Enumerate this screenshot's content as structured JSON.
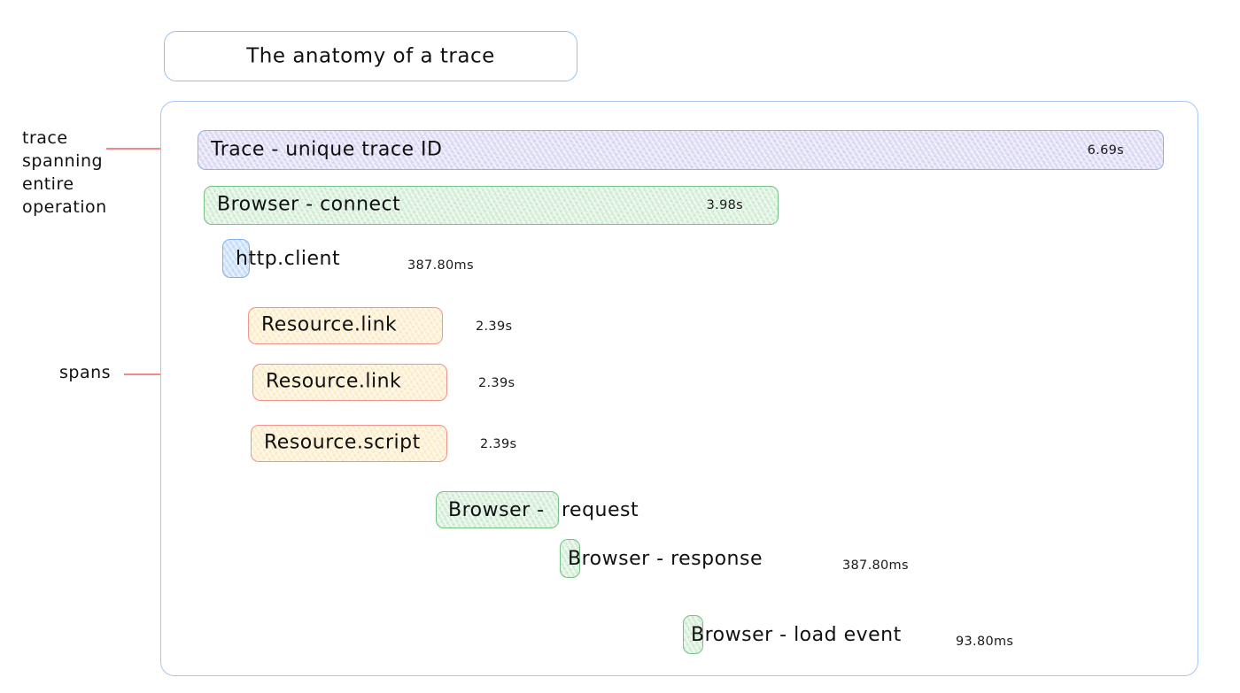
{
  "title": {
    "text": "The anatomy of a trace"
  },
  "annotations": [
    {
      "name": "trace-annotation",
      "lines": "trace\nspanning\nentire\noperation"
    },
    {
      "name": "spans-annotation",
      "lines": "spans"
    }
  ],
  "colors": {
    "frame_border": "#a9c6ee",
    "title_border": "#9cbdf0",
    "trace_fill": "#dedcf5",
    "trace_border": "#8fb3e8",
    "browser_fill": "#d6efd9",
    "browser_border": "#78c089",
    "http_fill": "#cfe2fb",
    "http_border": "#7fb0e8",
    "resource_fill": "#fdf0d0",
    "resource_border": "#f0968f",
    "leader_line": "#f08a8a"
  },
  "chart_data": {
    "type": "bar",
    "title": "The anatomy of a trace",
    "xlabel": "",
    "ylabel": "",
    "orientation": "horizontal-gantt",
    "spans": [
      {
        "label": "Trace - unique trace ID",
        "duration": "6.69s",
        "duration_value": 6.69,
        "unit": "s",
        "kind": "trace",
        "color": "#dedcf5",
        "depth": 0,
        "duration_inside": true
      },
      {
        "label": "Browser - connect",
        "duration": "3.98s",
        "duration_value": 3.98,
        "unit": "s",
        "kind": "browser",
        "color": "#d6efd9",
        "depth": 1,
        "duration_inside": true
      },
      {
        "label": "http.client",
        "duration": "387.80ms",
        "duration_value": 387.8,
        "unit": "ms",
        "kind": "http",
        "color": "#cfe2fb",
        "depth": 2,
        "duration_inside": false
      },
      {
        "label": "Resource.link",
        "duration": "2.39s",
        "duration_value": 2.39,
        "unit": "s",
        "kind": "resource",
        "color": "#fdf0d0",
        "depth": 3,
        "duration_inside": false
      },
      {
        "label": "Resource.link",
        "duration": "2.39s",
        "duration_value": 2.39,
        "unit": "s",
        "kind": "resource",
        "color": "#fdf0d0",
        "depth": 3,
        "duration_inside": false
      },
      {
        "label": "Resource.script",
        "duration": "2.39s",
        "duration_value": 2.39,
        "unit": "s",
        "kind": "resource",
        "color": "#fdf0d0",
        "depth": 3,
        "duration_inside": false
      },
      {
        "label": "Browser - request",
        "duration": "",
        "duration_value": null,
        "unit": "",
        "kind": "browser",
        "color": "#d6efd9",
        "depth": 4,
        "duration_inside": false
      },
      {
        "label": "Browser - response",
        "duration": "387.80ms",
        "duration_value": 387.8,
        "unit": "ms",
        "kind": "browser",
        "color": "#d6efd9",
        "depth": 5,
        "duration_inside": false
      },
      {
        "label": "Browser - load event",
        "duration": "93.80ms",
        "duration_value": 93.8,
        "unit": "ms",
        "kind": "browser",
        "color": "#d6efd9",
        "depth": 6,
        "duration_inside": false
      }
    ]
  },
  "rows": {
    "trace": {
      "label": "Trace - unique trace ID",
      "duration": "6.69s"
    },
    "browser_connect": {
      "label": "Browser - connect",
      "duration": "3.98s"
    },
    "http_client": {
      "label": "http.client",
      "duration": "387.80ms"
    },
    "resource_link_1": {
      "label": "Resource.link",
      "duration": "2.39s"
    },
    "resource_link_2": {
      "label": "Resource.link",
      "duration": "2.39s"
    },
    "resource_script": {
      "label": "Resource.script",
      "duration": "2.39s"
    },
    "browser_request": {
      "label_in": "Browser - ",
      "label_out": "request",
      "duration": ""
    },
    "browser_response": {
      "label": "Browser - response",
      "duration": "387.80ms"
    },
    "browser_load": {
      "label": "Browser - load event",
      "duration": "93.80ms"
    }
  }
}
